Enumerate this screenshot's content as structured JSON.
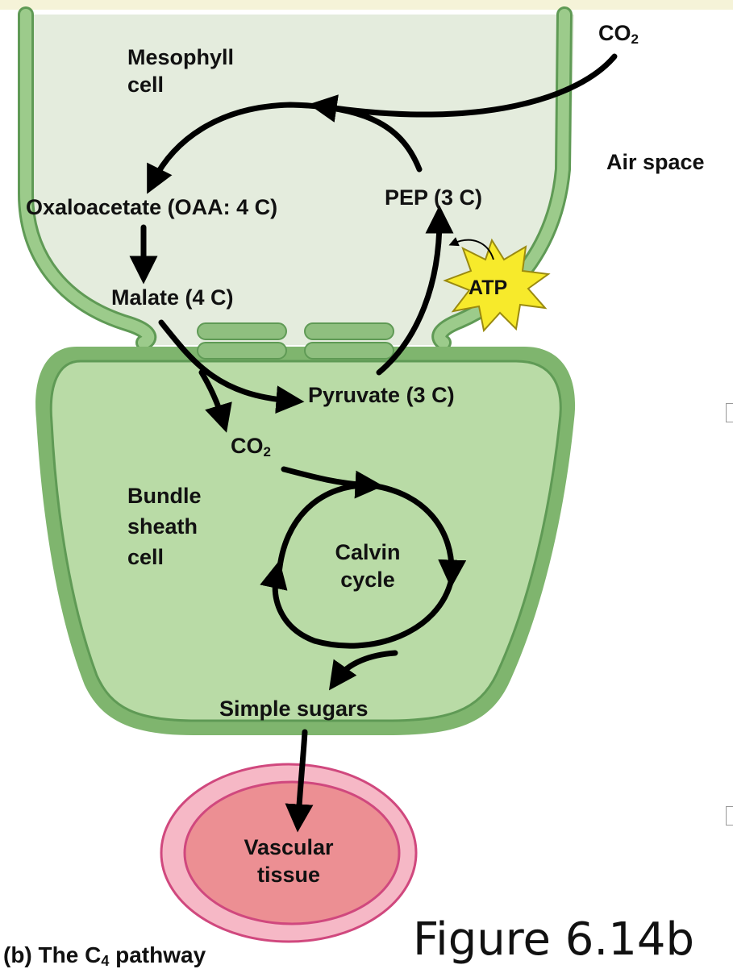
{
  "figure": {
    "number": "Figure 6.14b",
    "caption_prefix": "(b)  The C",
    "caption_sub": "4",
    "caption_suffix": " pathway"
  },
  "labels": {
    "co2_top_main": "CO",
    "co2_top_sub": "2",
    "air_space": "Air space",
    "mesophyll_line1": "Mesophyll",
    "mesophyll_line2": "cell",
    "oxaloacetate": "Oxaloacetate (OAA: 4 C)",
    "pep": "PEP (3 C)",
    "malate": "Malate (4 C)",
    "atp": "ATP",
    "pyruvate": "Pyruvate (3 C)",
    "co2_inner_main": "CO",
    "co2_inner_sub": "2",
    "bundle_line1": "Bundle",
    "bundle_line2": "sheath",
    "bundle_line3": "cell",
    "calvin_line1": "Calvin",
    "calvin_line2": "cycle",
    "sugars": "Simple sugars",
    "vascular_line1": "Vascular",
    "vascular_line2": "tissue"
  },
  "colors": {
    "mesophyll_fill": "#e4ecdd",
    "cell_wall": "#8fbf7f",
    "cell_wall_stroke": "#5f9a55",
    "bundle_fill": "#b9dba6",
    "bundle_wall": "#7fb56e",
    "vascular_outer": "#f6b8c6",
    "vascular_inner": "#ec8f93",
    "vascular_stroke": "#d0487e",
    "atp_fill": "#f7ea2b",
    "top_strip": "#f5f3d8",
    "arrow": "#000000"
  }
}
